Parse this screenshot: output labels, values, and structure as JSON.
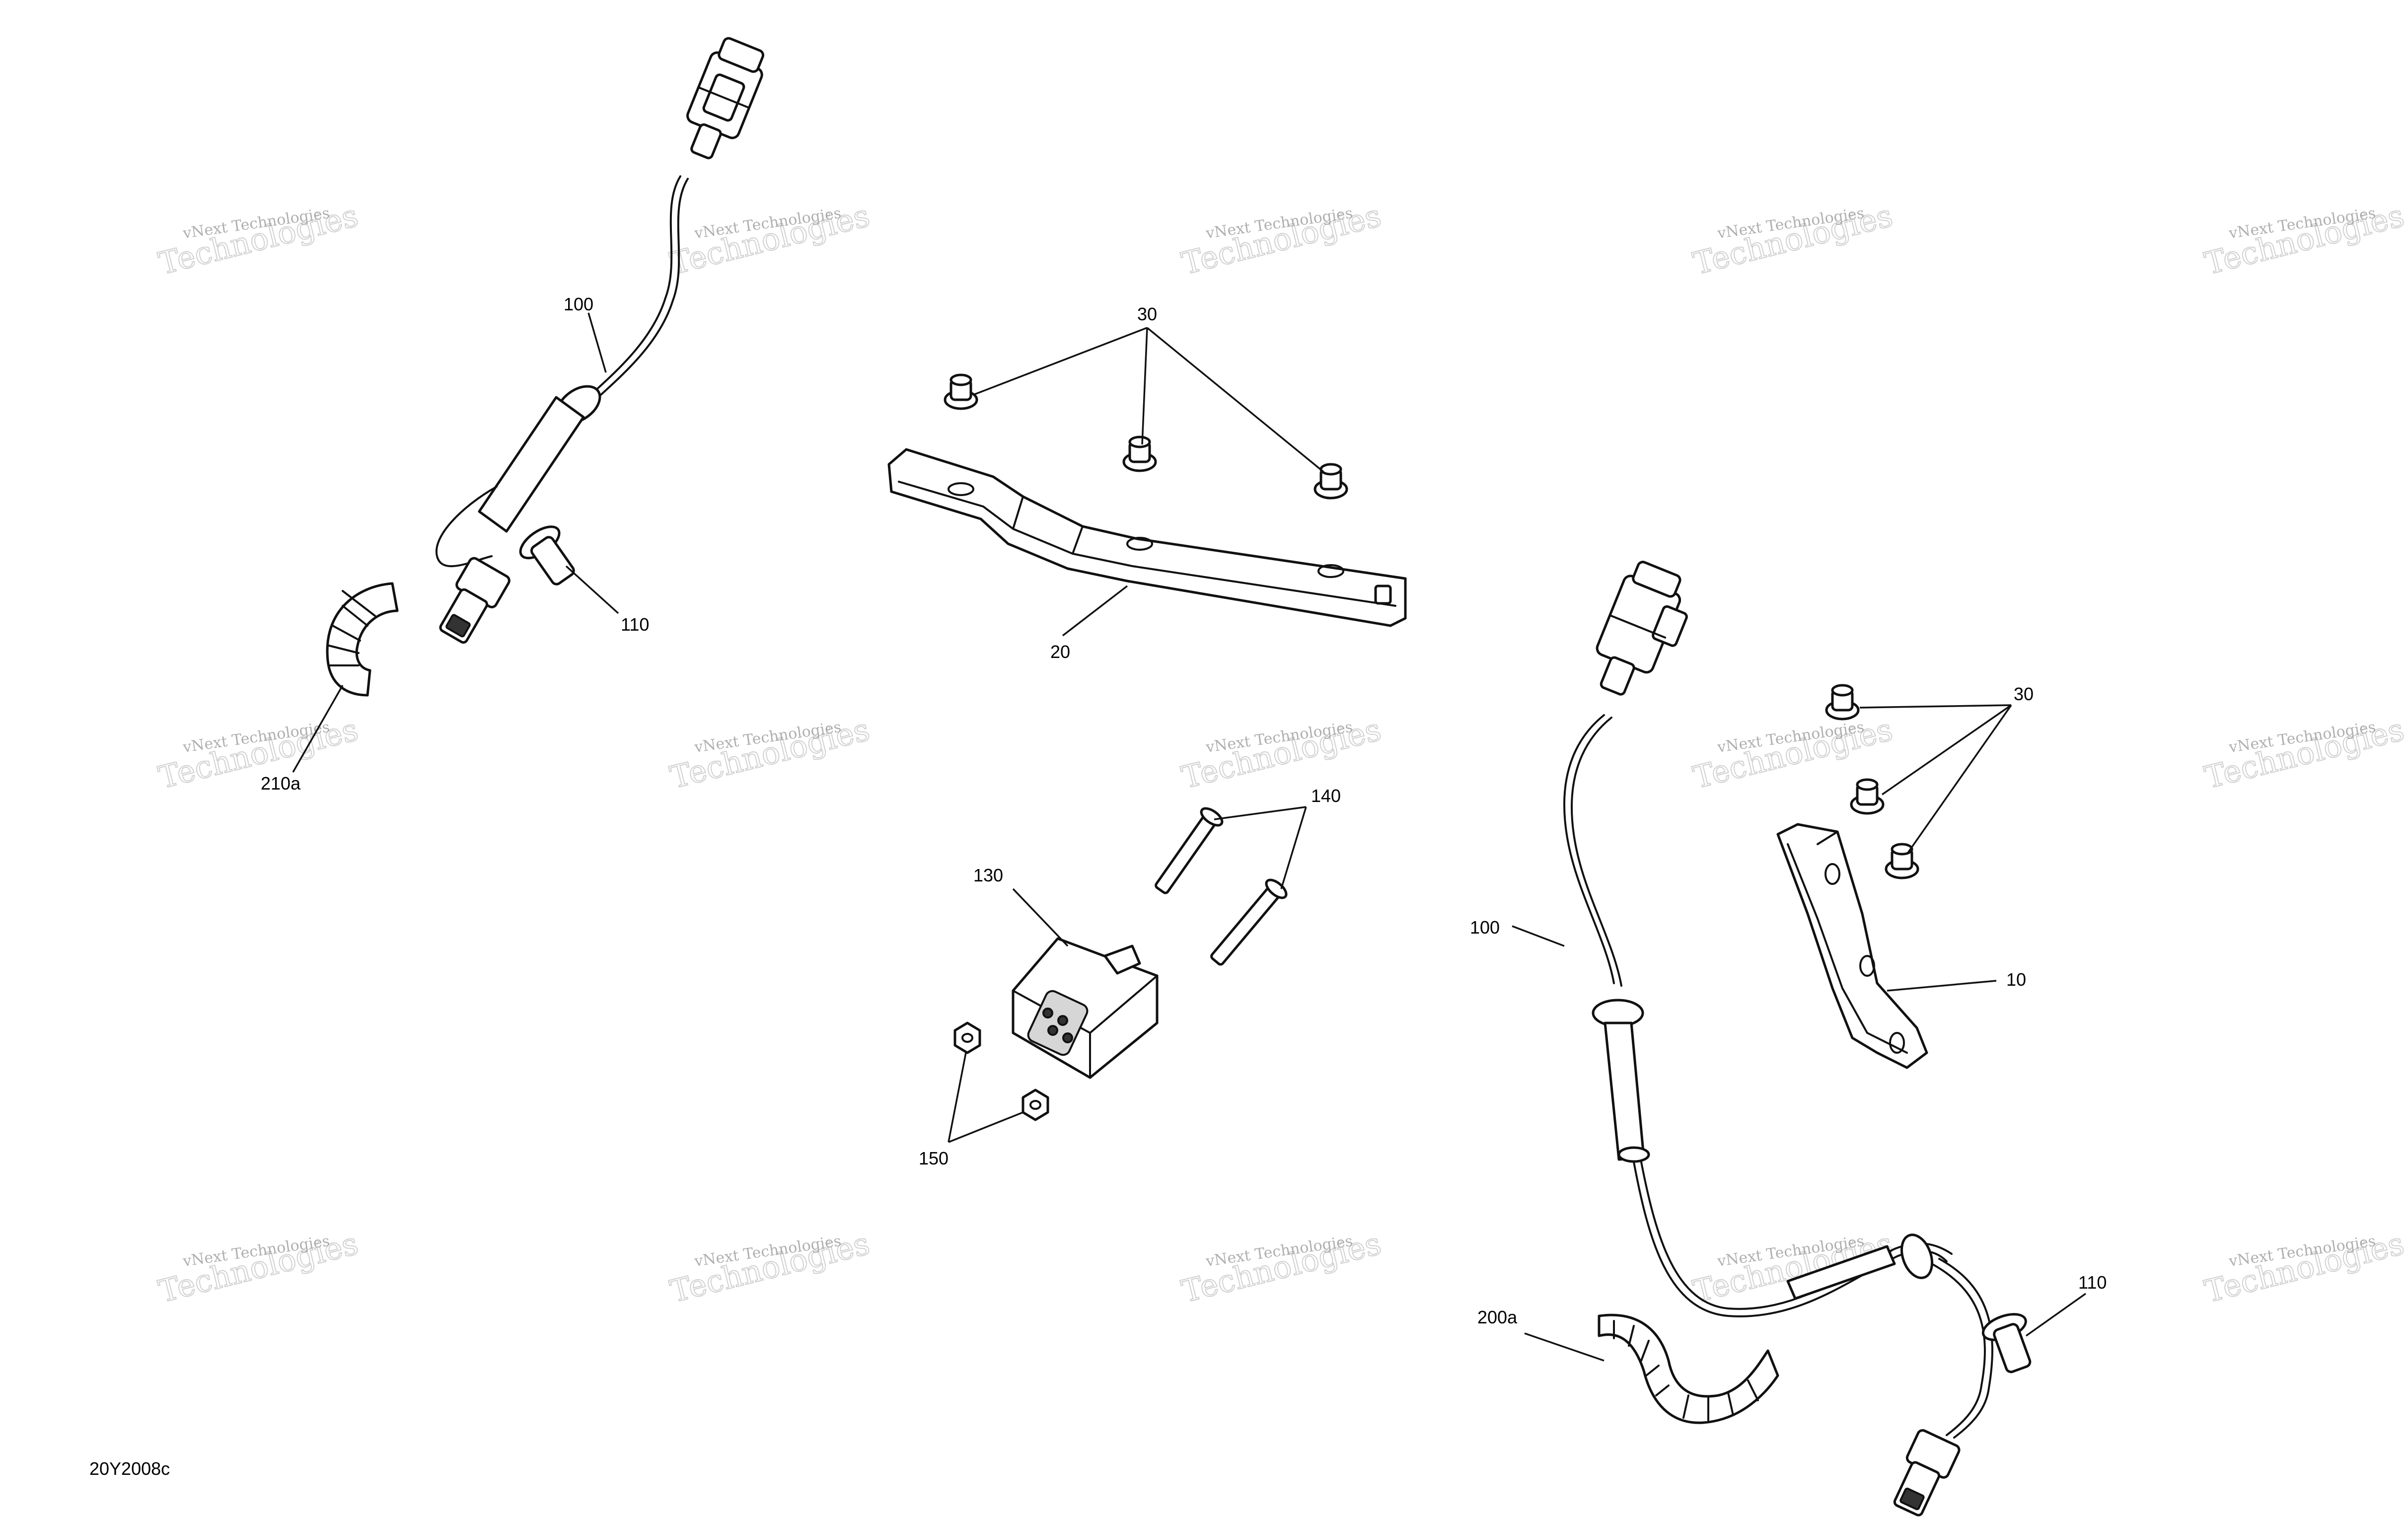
{
  "diagram": {
    "figure_id": "20Y2008c",
    "watermark": {
      "line1": "vNext Technologies",
      "line2": "Technologies"
    },
    "callouts": {
      "p100_top": "100",
      "p110_top": "110",
      "p210a": "210a",
      "p30_top": "30",
      "p20": "20",
      "p130": "130",
      "p140": "140",
      "p150": "150",
      "p30_right": "30",
      "p100_right": "100",
      "p10": "10",
      "p200a": "200a",
      "p110_right": "110"
    }
  }
}
